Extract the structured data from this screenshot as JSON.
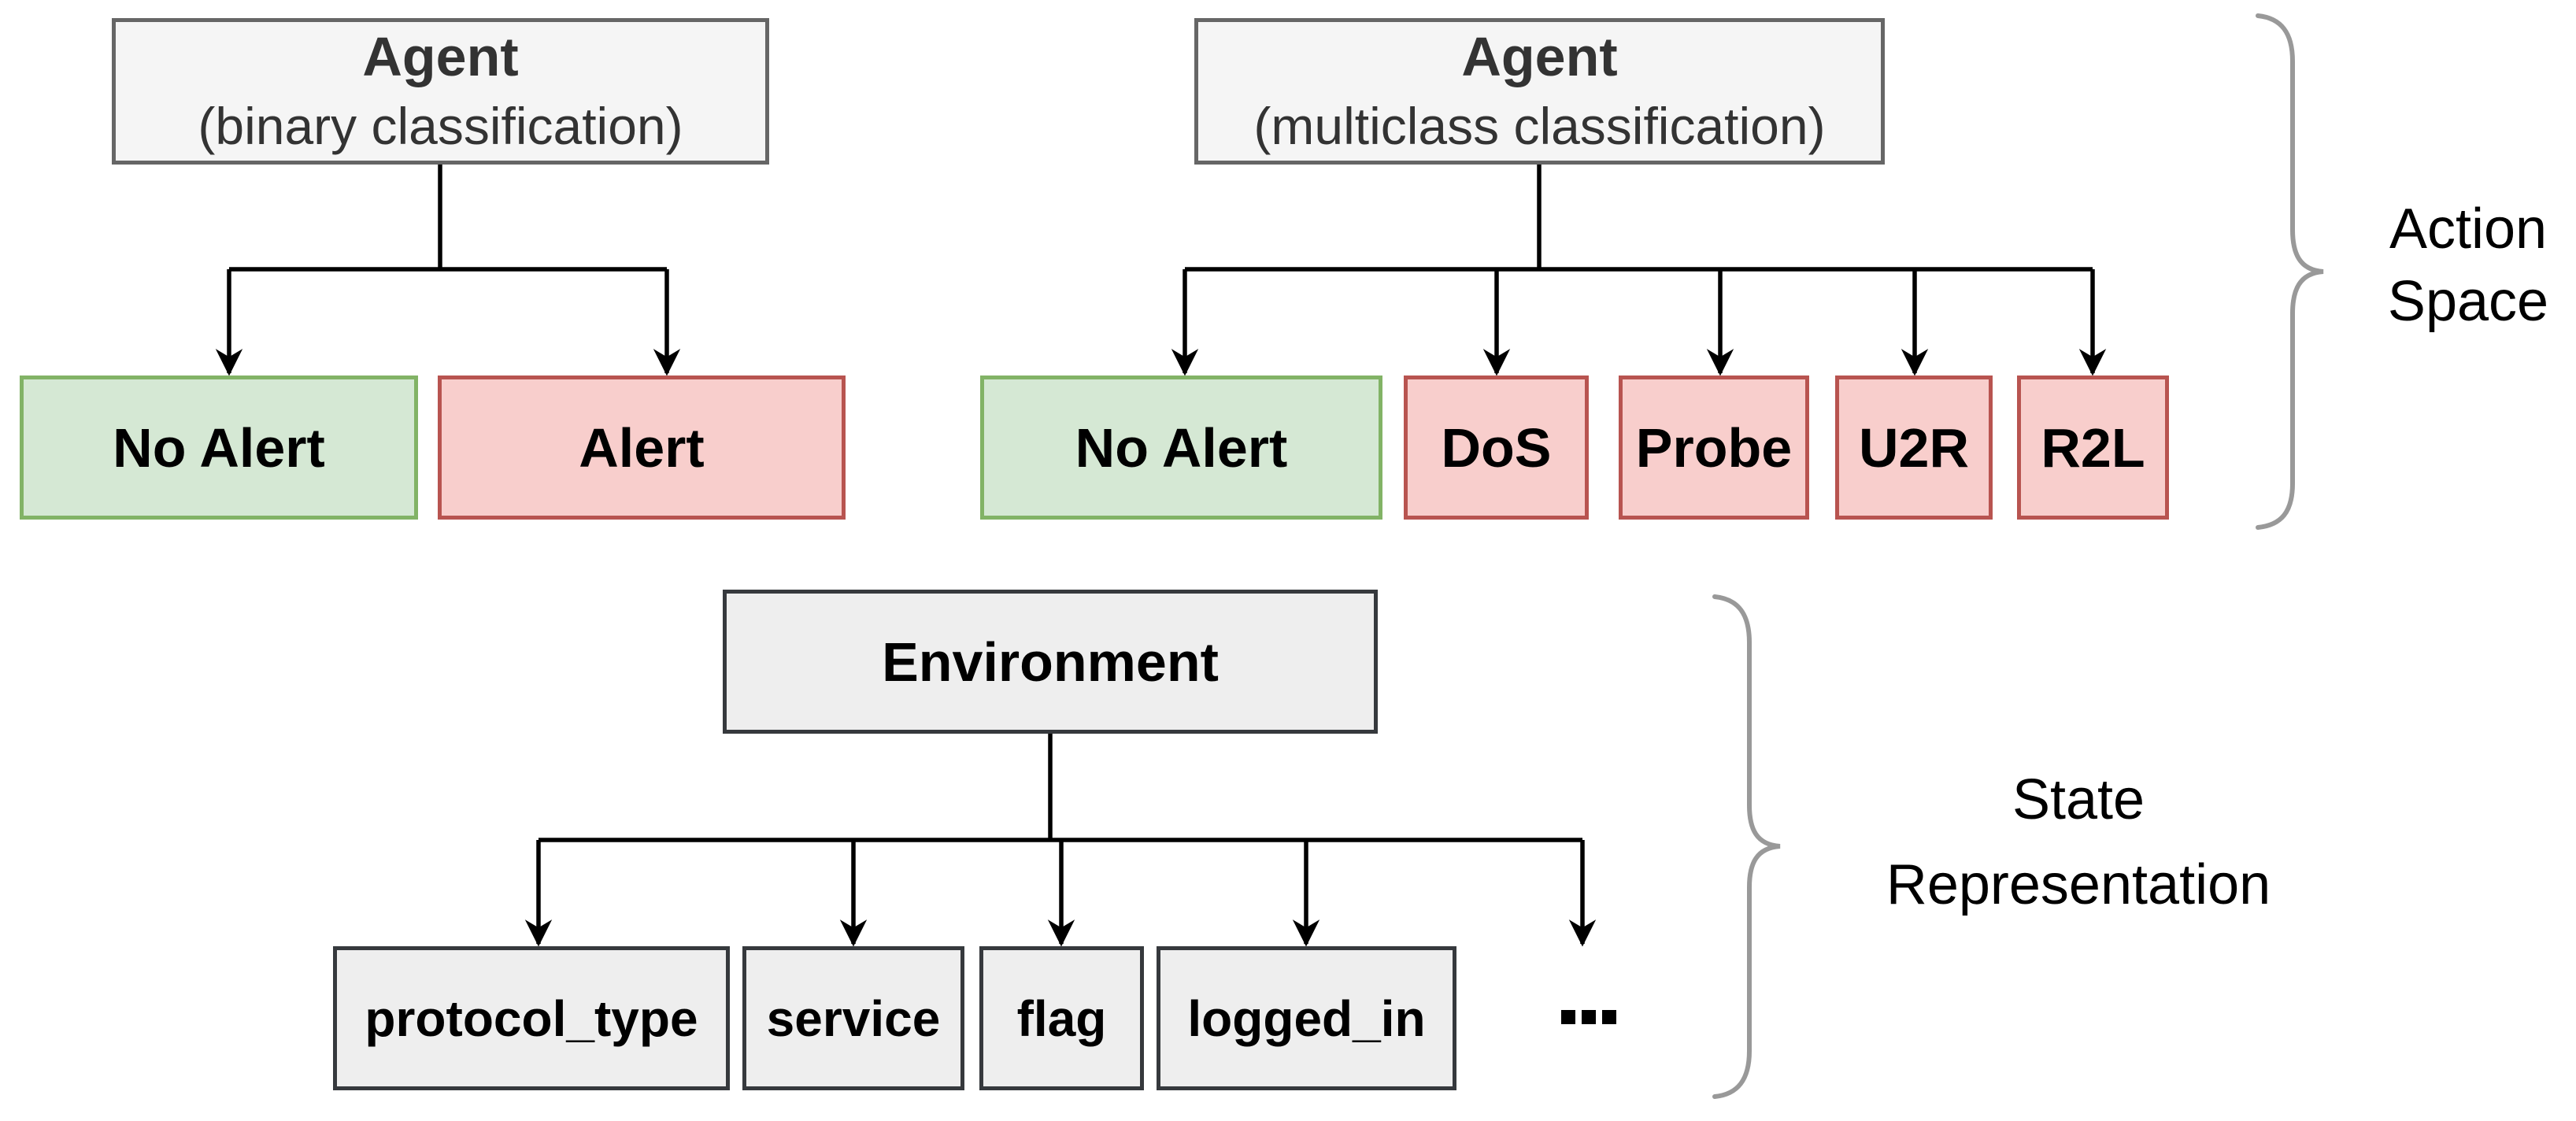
{
  "agent_binary": {
    "title": "Agent",
    "subtitle": "(binary classification)"
  },
  "agent_multiclass": {
    "title": "Agent",
    "subtitle": "(multiclass classification)"
  },
  "actions": {
    "binary_no_alert": "No Alert",
    "alert": "Alert",
    "mc_no_alert": "No Alert",
    "dos": "DoS",
    "probe": "Probe",
    "u2r": "U2R",
    "r2l": "R2L"
  },
  "environment": {
    "title": "Environment"
  },
  "features": {
    "protocol_type": "protocol_type",
    "service": "service",
    "flag": "flag",
    "logged_in": "logged_in",
    "ellipsis": "..."
  },
  "braces": {
    "action": {
      "line1": "Action",
      "line2": "Space"
    },
    "state": {
      "line1": "State",
      "line2": "Representation"
    }
  },
  "colors": {
    "safe_fill": "#d5e8d4",
    "safe_border": "#82b366",
    "attack_fill": "#f8cecc",
    "attack_border": "#b85450",
    "agent_fill": "#f5f5f5",
    "agent_border": "#666666",
    "env_fill": "#eeeeee",
    "env_border": "#36393d",
    "connector": "#000000",
    "brace": "#999999",
    "label": "#000000"
  }
}
